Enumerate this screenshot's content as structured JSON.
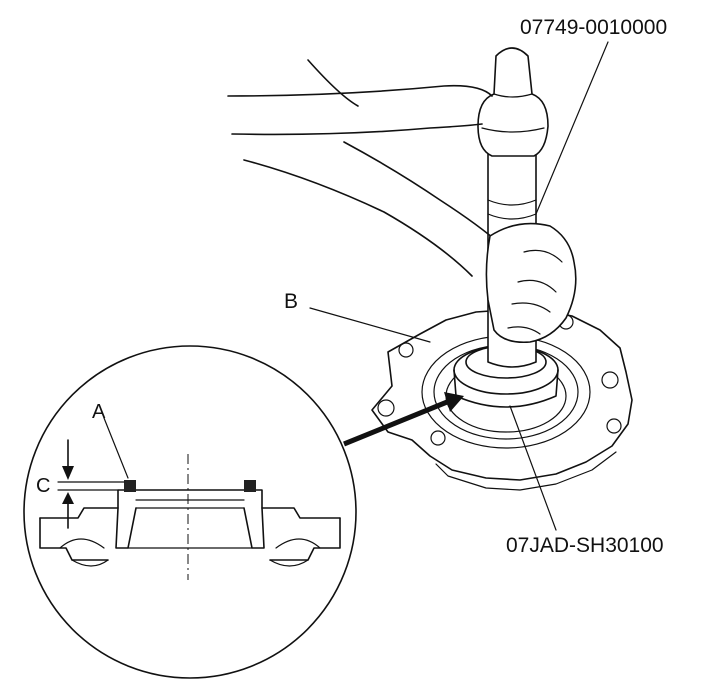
{
  "labels": {
    "tool_handle": "07749-0010000",
    "tool_driver": "07JAD-SH30100",
    "part_b": "B",
    "part_a": "A",
    "dim_c": "C"
  },
  "colors": {
    "line": "#111111",
    "background": "#ffffff",
    "seal_fill": "#222222"
  }
}
